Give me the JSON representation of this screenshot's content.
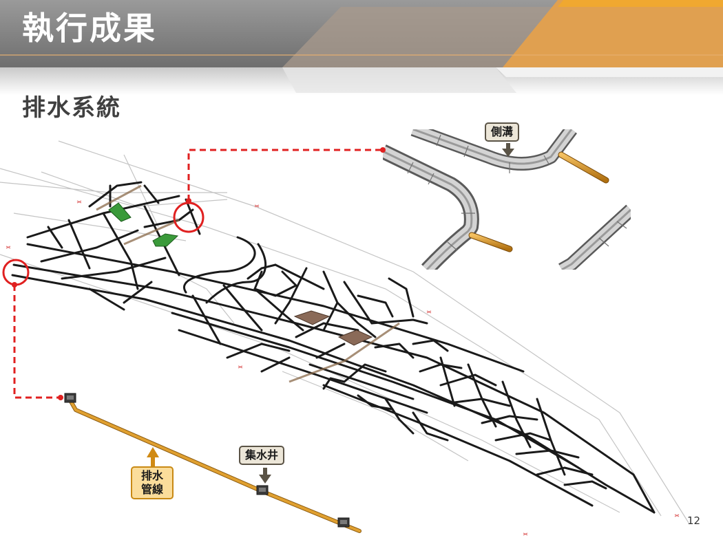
{
  "header": {
    "title": "執行成果"
  },
  "section": {
    "title": "排水系統"
  },
  "callouts": {
    "side_ditch": "側溝",
    "catch_basin": "集水井",
    "drain_pipe": [
      "排水",
      "管線"
    ]
  },
  "page": {
    "number": "12"
  },
  "colors": {
    "accent_orange": "#e8a040",
    "header_grey": "#7d7d7d",
    "marker_red": "#e02020",
    "pipe_orange": "#d89224",
    "map_line": "#1a1a1a"
  }
}
